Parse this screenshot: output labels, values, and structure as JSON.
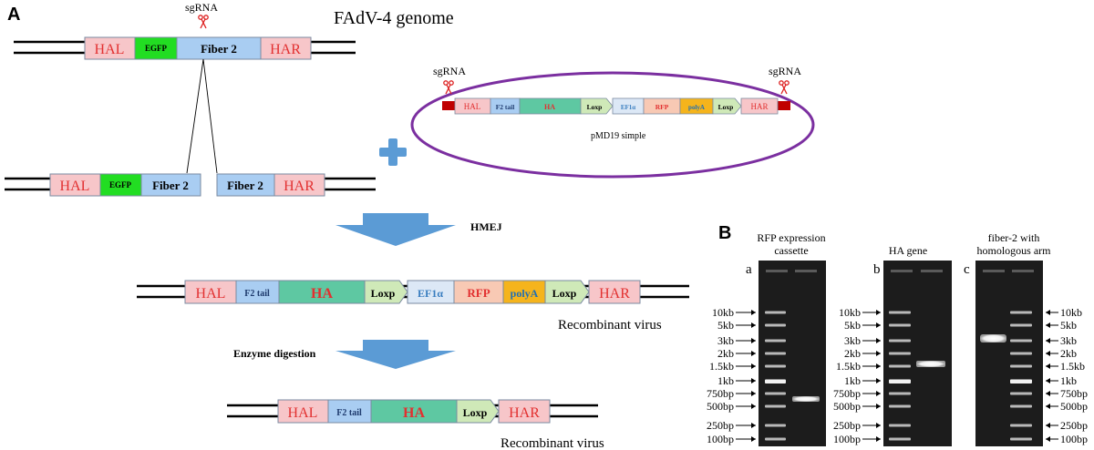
{
  "panels": {
    "a": "A",
    "b": "B"
  },
  "genome_title": "FAdV-4 genome",
  "sgRNA": "sgRNA",
  "plasmid_name": "pMD19 simple",
  "hmej": "HMEJ",
  "enzyme": "Enzyme digestion",
  "recombinant_virus": "Recombinant virus",
  "seg": {
    "HAL": "HAL",
    "HAR": "HAR",
    "EGFP": "EGFP",
    "Fiber2": "Fiber 2",
    "F2tail": "F2 tail",
    "HA": "HA",
    "Loxp": "Loxp",
    "EF1a": "EF1α",
    "RFP": "RFP",
    "polyA": "polyA"
  },
  "colors": {
    "HAL": "#f7c6c9",
    "HAR": "#f7c6c9",
    "EGFP": "#22dd22",
    "Fiber2": "#a9cdf2",
    "F2tail": "#a9cdf2",
    "HA": "#5ec8a2",
    "Loxp": "#cfe9b8",
    "EF1a": "#dce8f6",
    "RFP": "#f8c9b4",
    "polyA": "#f5b41c",
    "arrow": "#5b9bd5",
    "plus": "#5b9bd5",
    "plasmid": "#7b2fa0",
    "red_text": "#e23030"
  },
  "gel_titles": {
    "a": "RFP expression cassette",
    "b": "HA gene",
    "c": "fiber-2 with homologous arm"
  },
  "lane_letters": {
    "a": "a",
    "b": "b",
    "c": "c"
  },
  "ladder": [
    "10kb",
    "5kb",
    "3kb",
    "2kb",
    "1.5kb",
    "1kb",
    "750bp",
    "500bp",
    "250bp",
    "100bp"
  ]
}
